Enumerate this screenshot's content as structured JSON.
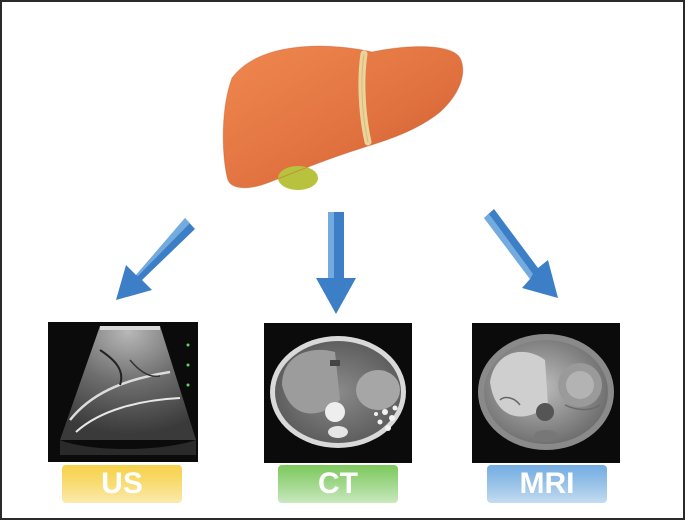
{
  "modalities": [
    {
      "label": "US",
      "color": "#f3c51c"
    },
    {
      "label": "CT",
      "color": "#6abf4b"
    },
    {
      "label": "MRI",
      "color": "#5b9bd5"
    }
  ],
  "colors": {
    "liver": "#e0713f",
    "gallbladder": "#b8c23c",
    "ligament": "#ead49a",
    "arrow": "#3d7fc6",
    "scan_background": "#0b0b0b"
  },
  "icons": [
    "liver-icon",
    "arrow-down-left-icon",
    "arrow-down-icon",
    "arrow-down-right-icon"
  ]
}
